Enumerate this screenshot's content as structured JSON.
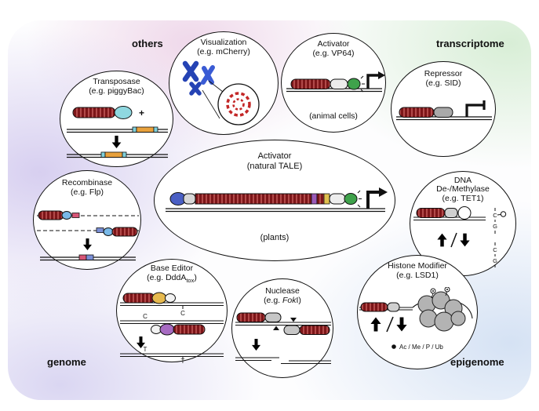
{
  "regions": {
    "others": "others",
    "transcriptome": "transcriptome",
    "genome": "genome",
    "epigenome": "epigenome"
  },
  "center": {
    "title": "Activator",
    "subtitle": "(natural TALE)",
    "note": "(plants)"
  },
  "transposase": {
    "title": "Transposase",
    "subtitle": "(e.g. piggyBac)",
    "plus": "+"
  },
  "visualization": {
    "title": "Visualization",
    "subtitle": "(e.g. mCherry)"
  },
  "activator": {
    "title": "Activator",
    "subtitle": "(e.g. VP64)",
    "note": "(animal cells)"
  },
  "repressor": {
    "title": "Repressor",
    "subtitle": "(e.g. SID)"
  },
  "recombinase": {
    "title": "Recombinase",
    "subtitle": "(e.g. Flp)"
  },
  "methylase": {
    "title_line1": "DNA",
    "title_line2": "De-/Methylase",
    "subtitle": "(e.g. TET1)",
    "base_c": "C",
    "base_g": "G"
  },
  "base_editor": {
    "title": "Base Editor",
    "subtitle_pre": "(e.g. DddA",
    "subtitle_sub": "tox",
    "subtitle_post": ")",
    "base_c": "C",
    "base_t": "T"
  },
  "nuclease": {
    "title": "Nuclease",
    "subtitle_pre": "(e.g. ",
    "subtitle_italic": "Fok",
    "subtitle_post": "I)"
  },
  "histone": {
    "title": "Histone Modifier",
    "subtitle": "(e.g. LSD1)",
    "legend": "Ac / Me / P / Ub"
  }
}
